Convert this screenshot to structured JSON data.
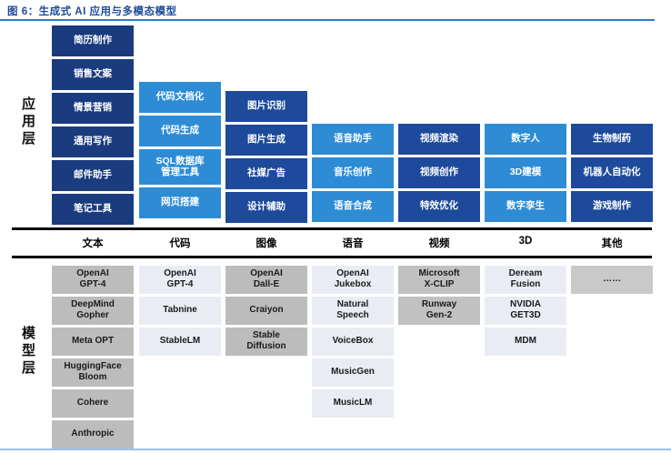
{
  "title": "图 6：生成式 AI 应用与多模态模型",
  "colors": {
    "title": "#1F4B9B",
    "underline": "#2E7BC4",
    "divider": "#000000",
    "bottomRule": "#9CC2E8",
    "navy": "#1A3B7E",
    "royal": "#1D4A9B",
    "sky": "#2E8CD5",
    "grayDark": "#BCBCBC",
    "grayMid": "#C1C1C1",
    "grayLight": "#E9EDF3",
    "grayOther": "#C9C9C9"
  },
  "app_layer": {
    "label": "应用层",
    "columns": [
      {
        "category": "文本",
        "tone": "navy",
        "items": [
          "简历制作",
          "销售文案",
          "情景营销",
          "通用写作",
          "邮件助手",
          "笔记工具"
        ]
      },
      {
        "category": "代码",
        "tone": "sky",
        "items": [
          "代码文档化",
          "代码生成",
          "SQL数据库\n管理工具",
          "网页搭建"
        ]
      },
      {
        "category": "图像",
        "tone": "royal",
        "items": [
          "图片识别",
          "图片生成",
          "社媒广告",
          "设计辅助"
        ]
      },
      {
        "category": "语音",
        "tone": "sky",
        "items": [
          "语音助手",
          "音乐创作",
          "语音合成"
        ]
      },
      {
        "category": "视频",
        "tone": "royal",
        "items": [
          "视频渲染",
          "视频创作",
          "特效优化"
        ]
      },
      {
        "category": "3D",
        "tone": "sky",
        "items": [
          "数字人",
          "3D建模",
          "数字孪生"
        ]
      },
      {
        "category": "其他",
        "tone": "royal",
        "items": [
          "生物制药",
          "机器人自动化",
          "游戏制作"
        ]
      }
    ]
  },
  "model_layer": {
    "label": "模型层",
    "columns": [
      {
        "tone": "grayDark",
        "items": [
          "OpenAI\nGPT-4",
          "DeepMind\nGopher",
          "Meta OPT",
          "HuggingFace\nBloom",
          "Cohere",
          "Anthropic"
        ]
      },
      {
        "tone": "grayLight",
        "items": [
          "OpenAI\nGPT-4",
          "Tabnine",
          "StableLM"
        ]
      },
      {
        "tone": "grayDark",
        "items": [
          "OpenAI\nDall-E",
          "Craiyon",
          "Stable\nDiffusion"
        ]
      },
      {
        "tone": "grayLight",
        "items": [
          "OpenAI\nJukebox",
          "Natural\nSpeech",
          "VoiceBox",
          "MusicGen",
          "MusicLM"
        ]
      },
      {
        "tone": "grayMid",
        "items": [
          "Microsoft\nX-CLIP",
          "Runway\nGen-2"
        ]
      },
      {
        "tone": "grayLight",
        "items": [
          "Deream\nFusion",
          "NVIDIA\nGET3D",
          "MDM"
        ]
      },
      {
        "tone": "grayOther",
        "items": [
          "……"
        ]
      }
    ]
  }
}
